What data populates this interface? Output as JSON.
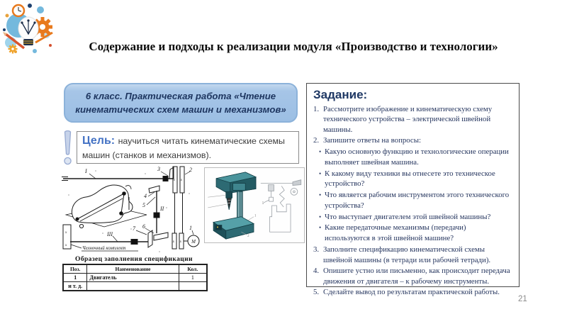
{
  "slide": {
    "title": "Содержание и подходы к реализации модуля «Производство и технологии»",
    "page_number": "21"
  },
  "left": {
    "header_box": "6 класс. Практическая работа «Чтение кинематических схем машин и механизмов»",
    "goal": {
      "label": "Цель:",
      "text": "научиться читать кинематические схемы машин (станков и механизмов)."
    },
    "scheme": {
      "labels": {
        "shaft_i": "I",
        "pulley": "2",
        "bevel": "3",
        "l4": "4",
        "l5": "5",
        "shaft_ii": "II",
        "l6": "6",
        "l7": "7",
        "shaft_iii": "III",
        "motor_num": "1",
        "motor": "М"
      },
      "handwritten_label": "Челночный комплект"
    },
    "spec_table": {
      "caption": "Образец заполнения спецификации",
      "headers": [
        "Поз.",
        "Наименование",
        "Кол."
      ],
      "rows": [
        [
          "1",
          "Двигатель",
          "1"
        ],
        [
          "и т. д.",
          "",
          ""
        ]
      ]
    }
  },
  "task_panel": {
    "title": "Задание:",
    "items": [
      {
        "num": "1.",
        "text": "Рассмотрите изображение и кинематическую схему технического устройства – электрической швейной машины."
      },
      {
        "num": "2.",
        "text": "Запишите ответы на вопросы:",
        "bullets": [
          "Какую основную функцию и технологические операции выполняет швейная машина.",
          "К какому виду техники вы отнесете это техническое устройство?",
          "Что является рабочим инструментом этого технического устройства?",
          "Что выступает двигателем этой швейной машины?",
          "Какие передаточные механизмы (передачи) используются в этой швейной машине?"
        ]
      },
      {
        "num": "3.",
        "text": "Заполните спецификацию кинематической схемы швейной машины (в тетради или рабочей тетради)."
      },
      {
        "num": "4.",
        "text": "Опишите устно или письменно, как происходит передача движения от двигателя – к рабочему инструменты."
      },
      {
        "num": "5.",
        "text": "Сделайте вывод по результатам практической работы."
      }
    ]
  },
  "colors": {
    "header_box_bg": "#9cbfe4",
    "header_box_text": "#1e3660",
    "goal_label": "#4472c4",
    "task_title": "#1f3864",
    "task_text": "#26365f",
    "drill_teal": "#2d6a73",
    "logo_orange": "#e87a1e",
    "logo_blue": "#74b9dd"
  }
}
